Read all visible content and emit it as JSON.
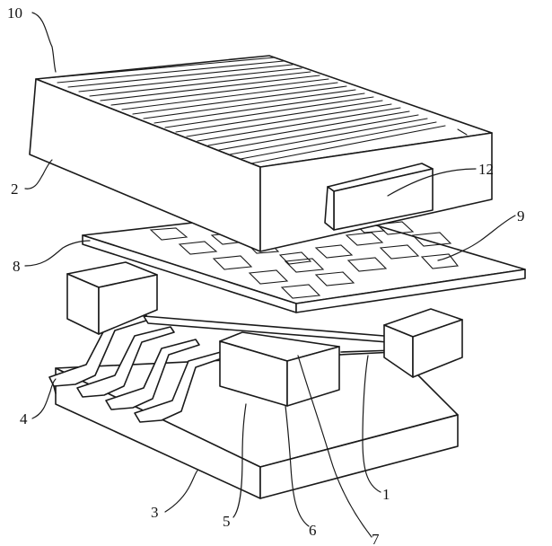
{
  "labels": {
    "l1": "1",
    "l2": "2",
    "l3": "3",
    "l4": "4",
    "l5": "5",
    "l6": "6",
    "l7": "7",
    "l8": "8",
    "l9": "9",
    "l10": "10",
    "l12": "12"
  },
  "colors": {
    "line": "#1a1a1a",
    "background": "#ffffff"
  }
}
